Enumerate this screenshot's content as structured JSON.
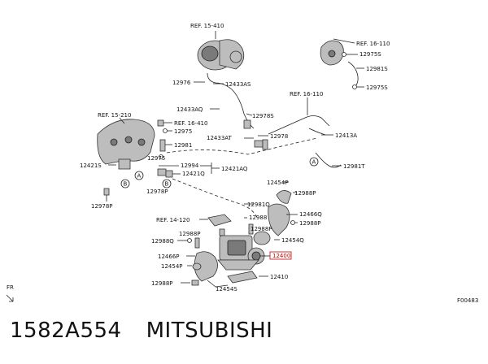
{
  "diagram": {
    "labels": {
      "ref_15_410": "REF. 15-410",
      "ref_16_110_a": "REF. 16-110",
      "ref_16_110_b": "REF. 16-110",
      "ref_15_210": "REF. 15-210",
      "ref_16_410": "REF. 16-410",
      "ref_14_120": "REF. 14-120",
      "p12975s": "12975S",
      "p12981s": "12981S",
      "p12975s_b": "12975S",
      "p12976": "12976",
      "p12433as": "12433AS",
      "p12433aq": "12433AQ",
      "p12978s": "12978S",
      "p12975": "12975",
      "p12981": "12981",
      "p12433at": "12433AT",
      "p12978": "12978",
      "p12413a": "12413A",
      "p12421s": "12421S",
      "p12975b": "12975",
      "p12994": "12994",
      "p12421aq": "12421AQ",
      "p12421q": "12421Q",
      "p12978p_a": "12978P",
      "p12978p_b": "12978P",
      "p12981t": "12981T",
      "p12454p_a": "12454P",
      "p12988p_a": "12988P",
      "p12981q": "12981Q",
      "p12466q": "12466Q",
      "p12988p_b": "12988P",
      "p12988": "12988",
      "p12988p_c": "12988P",
      "p12454q": "12454Q",
      "p12988q": "12988Q",
      "p12466p": "12466P",
      "p12400": "12400",
      "p12454p_b": "12454P",
      "p12410": "12410",
      "p12988p_d": "12988P",
      "p12454s": "12454S",
      "fr": "FR",
      "figure_code": "F00483",
      "callout_a1": "A",
      "callout_b1": "B",
      "callout_a2": "A",
      "callout_b2": "B"
    }
  },
  "caption": {
    "part_number": "1582A554",
    "brand": "MITSUBISHI"
  }
}
